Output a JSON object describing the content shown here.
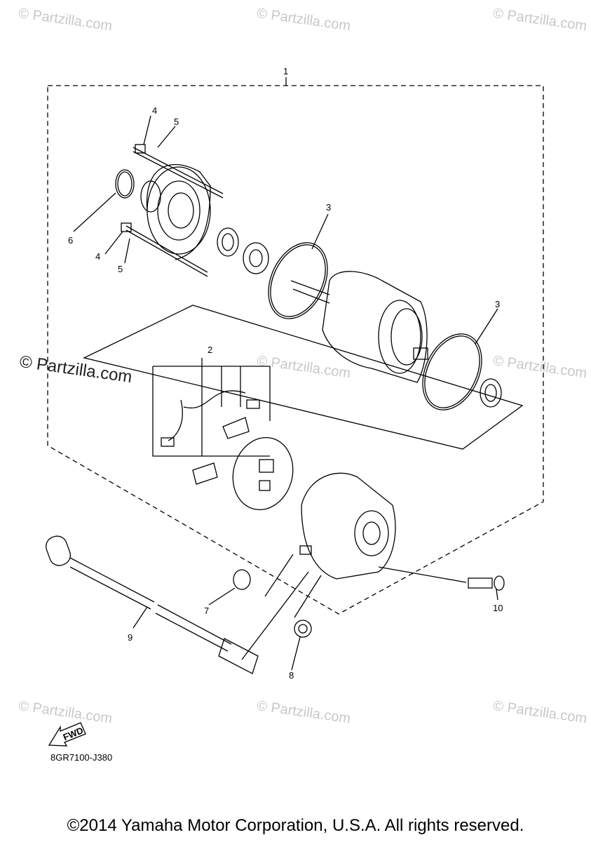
{
  "watermark": "© Partzilla.com",
  "callouts": [
    "1",
    "2",
    "3",
    "3",
    "4",
    "4",
    "5",
    "5",
    "6",
    "7",
    "8",
    "9",
    "10"
  ],
  "fwd_label": "FWD",
  "diagram_code": "8GR7100-J380",
  "copyright": "©2014 Yamaha Motor Corporation, U.S.A. All rights reserved."
}
